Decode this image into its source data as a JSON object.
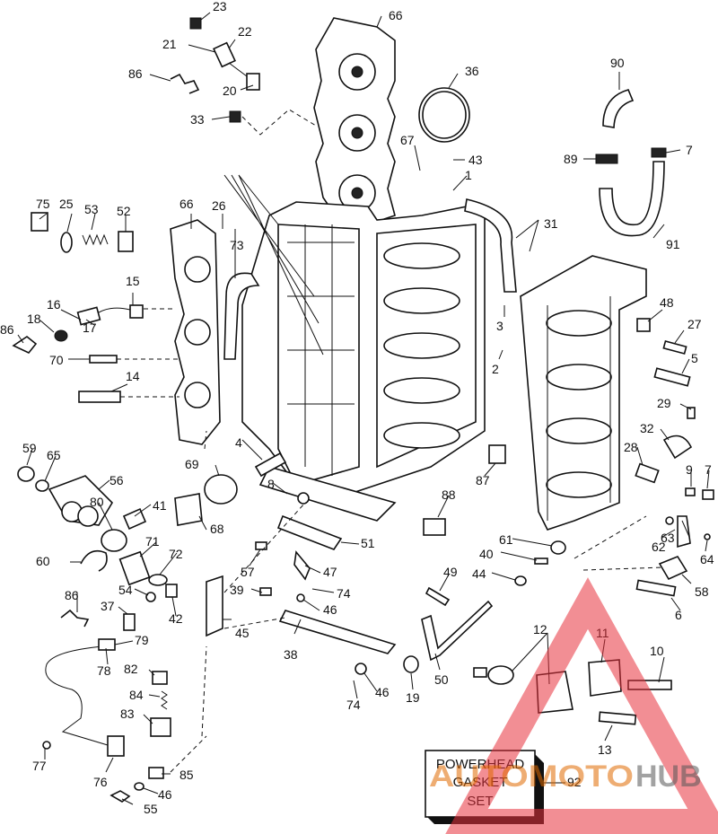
{
  "diagram": {
    "callouts": [
      "23",
      "21",
      "22",
      "66",
      "86",
      "20",
      "36",
      "33",
      "90",
      "67",
      "43",
      "7",
      "89",
      "1",
      "75",
      "25",
      "53",
      "52",
      "66",
      "26",
      "73",
      "31",
      "91",
      "15",
      "16",
      "18",
      "86",
      "17",
      "70",
      "14",
      "3",
      "2",
      "48",
      "27",
      "5",
      "29",
      "32",
      "28",
      "9",
      "7",
      "59",
      "65",
      "4",
      "69",
      "56",
      "80",
      "41",
      "8",
      "87",
      "88",
      "68",
      "71",
      "72",
      "60",
      "54",
      "42",
      "37",
      "79",
      "86",
      "57",
      "39",
      "51",
      "47",
      "74",
      "46",
      "61",
      "40",
      "44",
      "49",
      "62",
      "63",
      "64",
      "58",
      "6",
      "45",
      "38",
      "78",
      "82",
      "84",
      "83",
      "12",
      "11",
      "10",
      "50",
      "19",
      "46",
      "74",
      "13",
      "77",
      "76",
      "85",
      "46",
      "55",
      "92"
    ],
    "kit_box": {
      "line1": "POWERHEAD",
      "line2": "GASKET",
      "line3": "SET"
    }
  },
  "watermark": {
    "part1": "AUTOMOTO",
    "part2": "HUB",
    "color_primary": "#e06a00",
    "color_triangle": "#e8323c"
  }
}
